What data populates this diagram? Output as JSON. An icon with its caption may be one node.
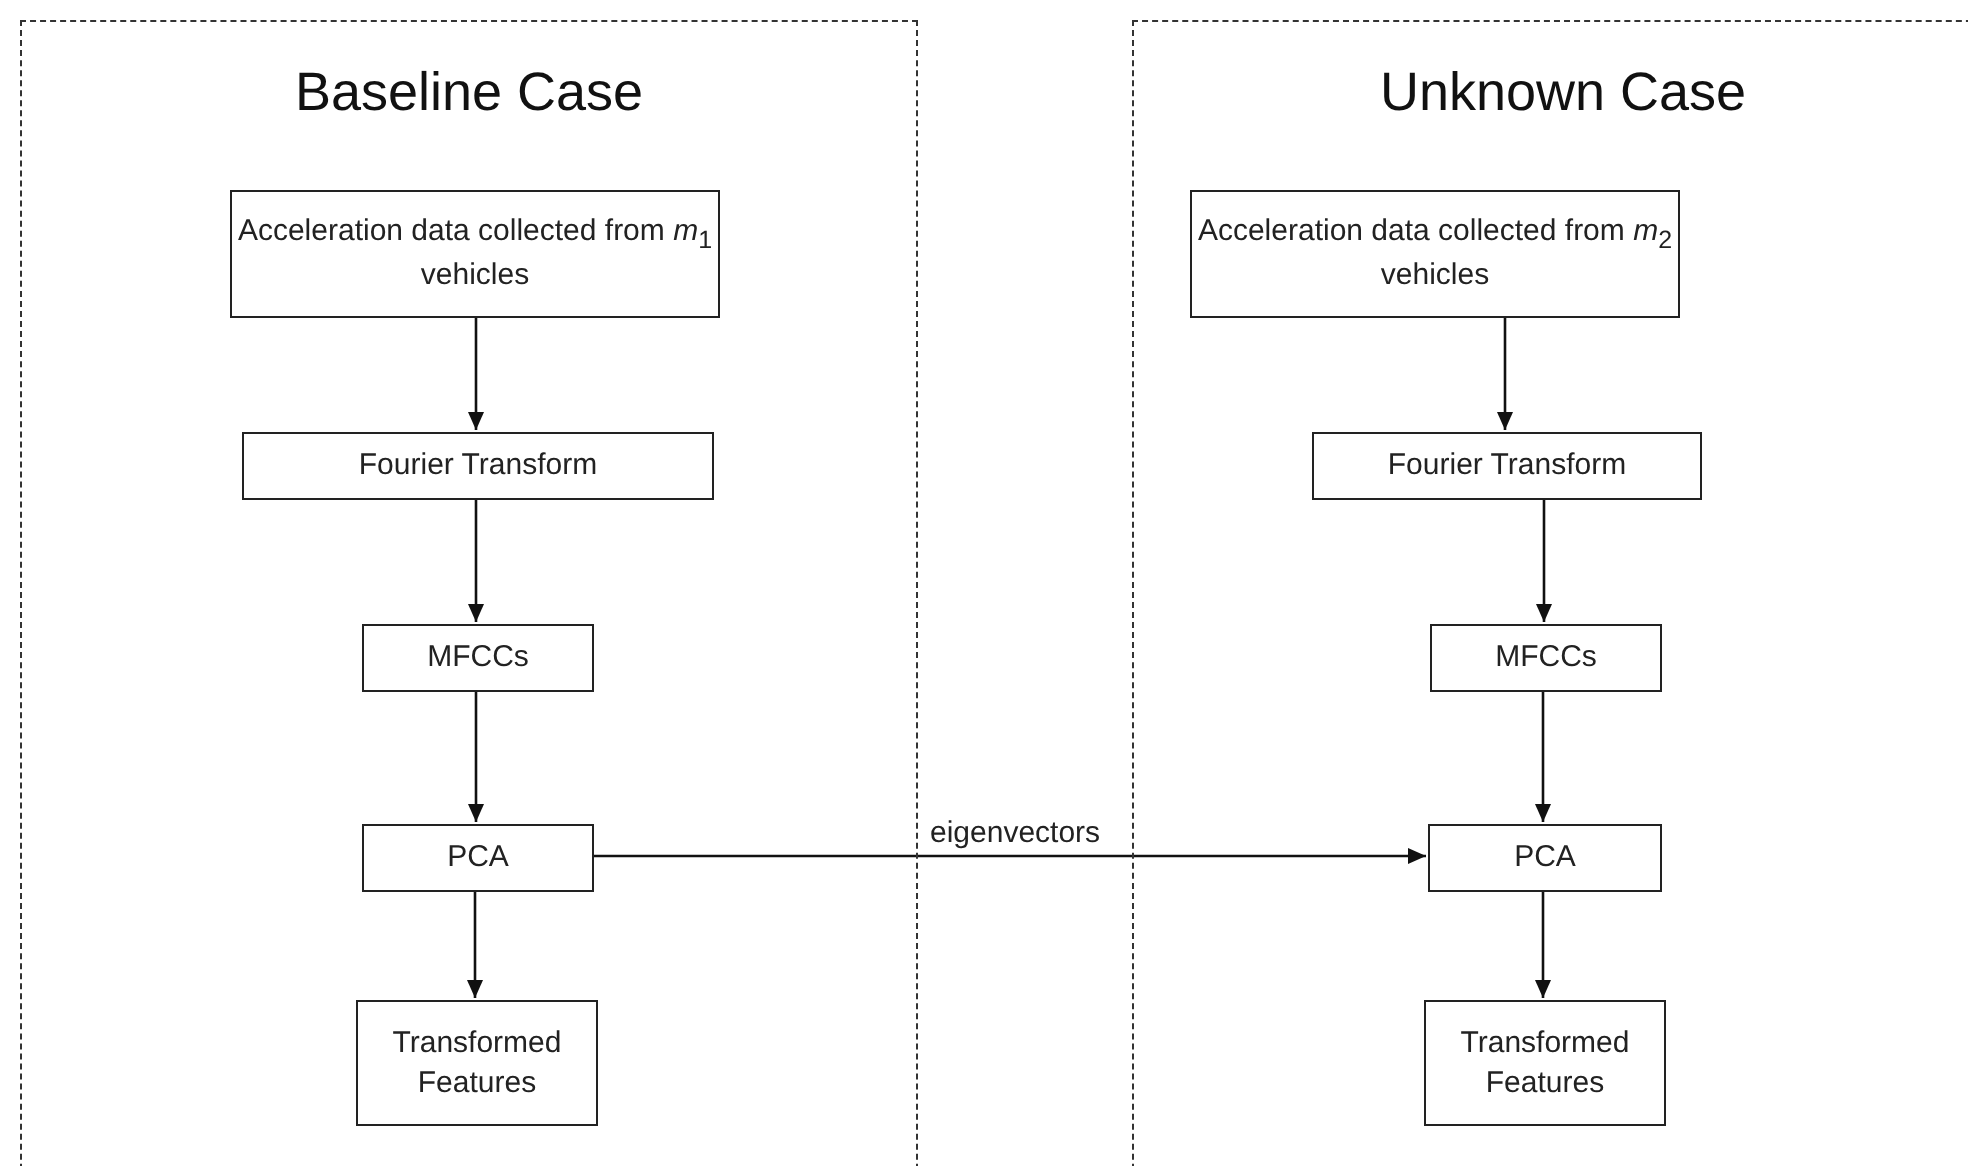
{
  "diagram": {
    "nodes": [
      {
        "text": [
          "Baseline Case"
        ]
      },
      {
        "text": [
          "Acceleration data collected from *m*$_{1}$ vehicles"
        ],
        "in": 0
      },
      {
        "text": [
          "Fourier Transform"
        ],
        "in": 0
      },
      {
        "text": [
          "MFCCs"
        ],
        "in": 0
      },
      {
        "text": [
          "PCA"
        ],
        "in": 0
      },
      {
        "text": [
          "Transformed Features"
        ],
        "in": 0
      },
      {
        "text": [
          "Unknown Case"
        ]
      },
      {
        "text": [
          "Acceleration data collected from *m*$_{2}$ vehicles"
        ],
        "in": 6
      },
      {
        "text": [
          "Fourier Transform"
        ],
        "in": 6
      },
      {
        "text": [
          "MFCCs"
        ],
        "in": 6
      },
      {
        "text": [
          "PCA"
        ],
        "in": 6
      },
      {
        "text": [
          "Transformed Features"
        ],
        "in": 6
      }
    ],
    "edges": [
      {
        "from": 1,
        "to": 2,
        "arrow": "to"
      },
      {
        "from": 2,
        "to": 3,
        "arrow": "to"
      },
      {
        "from": 3,
        "to": 4,
        "arrow": "to"
      },
      {
        "from": 4,
        "to": 5,
        "arrow": "to"
      },
      {
        "from": 7,
        "to": 8,
        "arrow": "to"
      },
      {
        "from": 8,
        "to": 9,
        "arrow": "to"
      },
      {
        "from": 9,
        "to": 10,
        "arrow": "to"
      },
      {
        "from": 10,
        "to": 11,
        "arrow": "to"
      },
      {
        "from": 4,
        "to": 10,
        "label": "eigenvectors",
        "arrow": "to"
      }
    ]
  }
}
